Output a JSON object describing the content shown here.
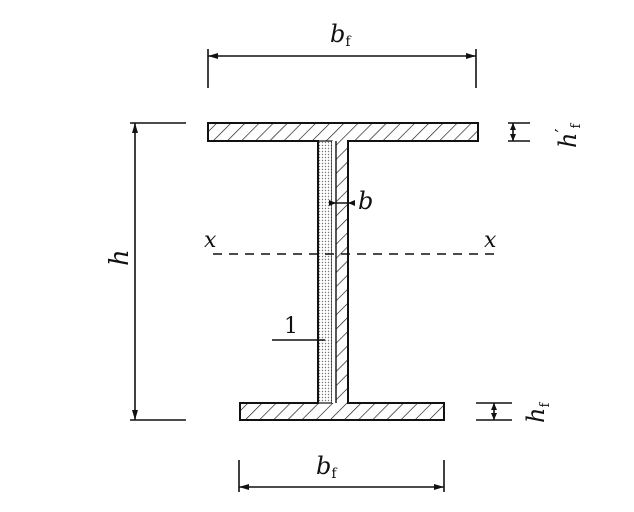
{
  "labels": {
    "top_width": {
      "main": "b",
      "sub": "f"
    },
    "bottom_width": {
      "main": "b",
      "sub": "f"
    },
    "height": "h",
    "web_thickness": "b",
    "axis_left": "x",
    "axis_right": "x",
    "top_flange_thickness": {
      "main": "h",
      "prime": "′",
      "sub": "f"
    },
    "bottom_flange_thickness": {
      "main": "h",
      "sub": "f"
    },
    "callout_1": "1"
  },
  "colors": {
    "line": "#111111",
    "hatch": "#111111",
    "fill": "#ffffff",
    "strip": "#9a9a9a"
  }
}
